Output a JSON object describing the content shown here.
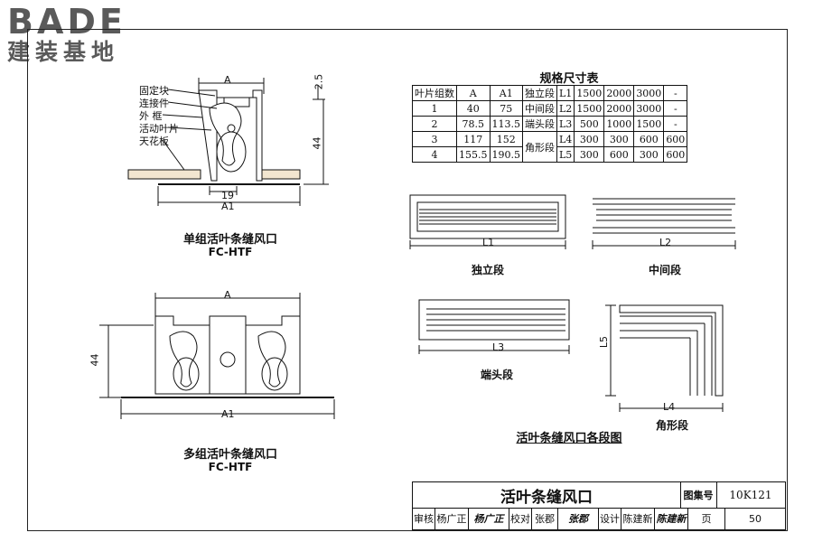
{
  "logo": {
    "text": "BADE",
    "subtitle": "建装基地"
  },
  "single": {
    "labels": [
      "固定块",
      "连接件",
      "外 框",
      "活动叶片",
      "天花板"
    ],
    "dim_a": "A",
    "dim_a1": "A1",
    "dim_19": "19",
    "dim_25": "2.5",
    "dim_44": "44",
    "caption": "单组活叶条缝风口",
    "model": "FC-HTF"
  },
  "multi": {
    "dim_a": "A",
    "dim_a1": "A1",
    "dim_44": "44",
    "caption": "多组活叶条缝风口",
    "model": "FC-HTF"
  },
  "spec": {
    "title": "规格尺寸表",
    "headers": [
      "叶片组数",
      "A",
      "A1",
      "独立段",
      "L1",
      "1500",
      "2000",
      "3000",
      "-"
    ],
    "rows": [
      [
        "1",
        "40",
        "75",
        "中间段",
        "L2",
        "1500",
        "2000",
        "3000",
        "-"
      ],
      [
        "2",
        "78.5",
        "113.5",
        "端头段",
        "L3",
        "500",
        "1000",
        "1500",
        "-"
      ],
      [
        "3",
        "117",
        "152",
        "角形段",
        "L4",
        "300",
        "300",
        "600",
        "600"
      ],
      [
        "4",
        "155.5",
        "190.5",
        "",
        "L5",
        "300",
        "600",
        "300",
        "600"
      ]
    ]
  },
  "segments": {
    "independent": {
      "label": "独立段",
      "dim": "L1"
    },
    "middle": {
      "label": "中间段",
      "dim": "L2"
    },
    "end": {
      "label": "端头段",
      "dim": "L3"
    },
    "corner": {
      "label": "角形段",
      "dim_h": "L4",
      "dim_v": "L5"
    },
    "caption": "活叶条缝风口各段图"
  },
  "titleblock": {
    "title": "活叶条缝风口",
    "atlas_label": "图集号",
    "atlas_no": "10K121",
    "review_label": "审核",
    "reviewer": "杨广正",
    "check_label": "校对",
    "checker": "张郡",
    "design_label": "设计",
    "designer": "陈建新",
    "page_label": "页",
    "page_no": "50"
  }
}
